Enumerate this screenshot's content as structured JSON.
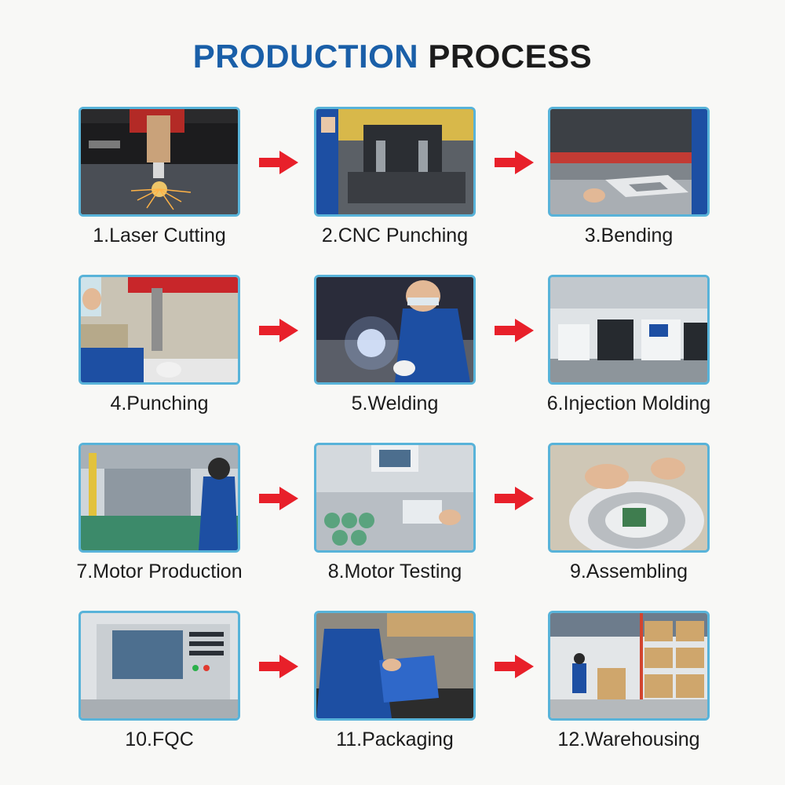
{
  "title": {
    "part1": "PRODUCTION",
    "part2": "PROCESS"
  },
  "colors": {
    "title_blue": "#1a5fa8",
    "title_dark": "#1c1c1c",
    "frame": "#58b3d9",
    "arrow": "#e8202a"
  },
  "steps": [
    {
      "label": "1.Laser Cutting"
    },
    {
      "label": "2.CNC Punching"
    },
    {
      "label": "3.Bending"
    },
    {
      "label": "4.Punching"
    },
    {
      "label": "5.Welding"
    },
    {
      "label": "6.Injection Molding"
    },
    {
      "label": "7.Motor Production"
    },
    {
      "label": "8.Motor Testing"
    },
    {
      "label": "9.Assembling"
    },
    {
      "label": "10.FQC"
    },
    {
      "label": "11.Packaging"
    },
    {
      "label": "12.Warehousing"
    }
  ]
}
